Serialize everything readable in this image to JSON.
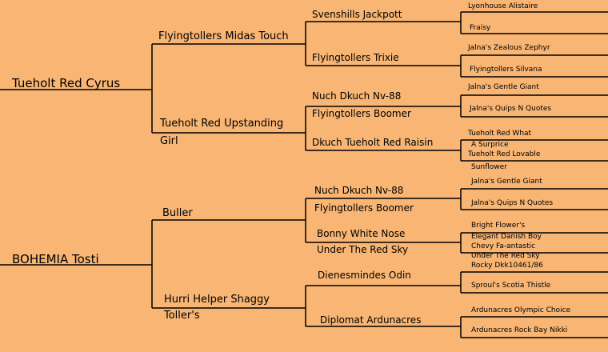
{
  "pedigree": {
    "sire": {
      "name": "Tueholt Red Cyrus",
      "sire": {
        "name": "Flyingtollers Midas Touch",
        "sire": {
          "name": "Svenshills Jackpott",
          "sire": "Lyonhouse Alistaire",
          "dam": "Fraisy"
        },
        "dam": {
          "name": "Flyingtollers Trixie",
          "sire": "Jalna's Zealous Zephyr",
          "dam": "Flyingtollers Silvana"
        }
      },
      "dam": {
        "name_line1": "Tueholt Red Upstanding",
        "name_line2": "Girl",
        "sire": {
          "name_line1": "Nuch Dkuch Nv-88",
          "name_line2": "Flyingtollers Boomer",
          "sire": "Jalna's Gentle Giant",
          "dam": "Jalna's Quips N Quotes"
        },
        "dam": {
          "name": "Dkuch Tueholt Red Raisin",
          "sire_line1": "Tueholt Red What",
          "sire_line2": "A Surprice",
          "dam_line1": "Tueholt Red Lovable",
          "dam_line2": "Sunflower"
        }
      }
    },
    "dam": {
      "name": "BOHEMIA Tosti",
      "sire": {
        "name": "Buller",
        "sire": {
          "name_line1": "Nuch Dkuch Nv-88",
          "name_line2": "Flyingtollers Boomer",
          "sire": "Jalna's Gentle Giant",
          "dam": "Jalna's Quips N Quotes"
        },
        "dam": {
          "name_line1": "Bonny White Nose",
          "name_line2": "Under The Red Sky",
          "sire_line1": "Bright Flower's",
          "sire_line2": "Elegant Danish Boy",
          "dam_line1": "Chevy Fa-antastic",
          "dam_line2": "Under The Red Sky"
        }
      },
      "dam": {
        "name_line1": "Hurri Helper Shaggy",
        "name_line2": "Toller's",
        "sire": {
          "name": "Dienesmindes Odin",
          "sire": "Rocky Dkk10461/86",
          "dam": "Sproul's Scotia Thistle"
        },
        "dam": {
          "name": "Diplomat Ardunacres",
          "sire": "Ardunacres Olympic Choice",
          "dam": "Ardunacres Rock Bay Nikki"
        }
      }
    }
  }
}
